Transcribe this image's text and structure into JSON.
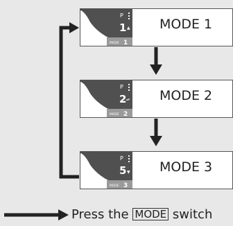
{
  "modes": [
    {
      "label": "MODE 1",
      "gear_letter": "P",
      "gear_number": "1",
      "range_arrow": "▲",
      "badge_text": "MODE",
      "badge_number": "1"
    },
    {
      "label": "MODE 2",
      "gear_letter": "P",
      "gear_number": "2",
      "range_arrow": "▴▾",
      "badge_text": "MODE",
      "badge_number": "2"
    },
    {
      "label": "MODE 3",
      "gear_letter": "P",
      "gear_number": "5",
      "range_arrow": "▼",
      "badge_text": "MODE",
      "badge_number": "3"
    }
  ],
  "legend": {
    "prefix": "Press the",
    "switch_label": "MODE",
    "suffix": "switch"
  },
  "colors": {
    "display_dark": "#505050",
    "badge_bg": "#9a9a9a",
    "arrow": "#222222"
  }
}
